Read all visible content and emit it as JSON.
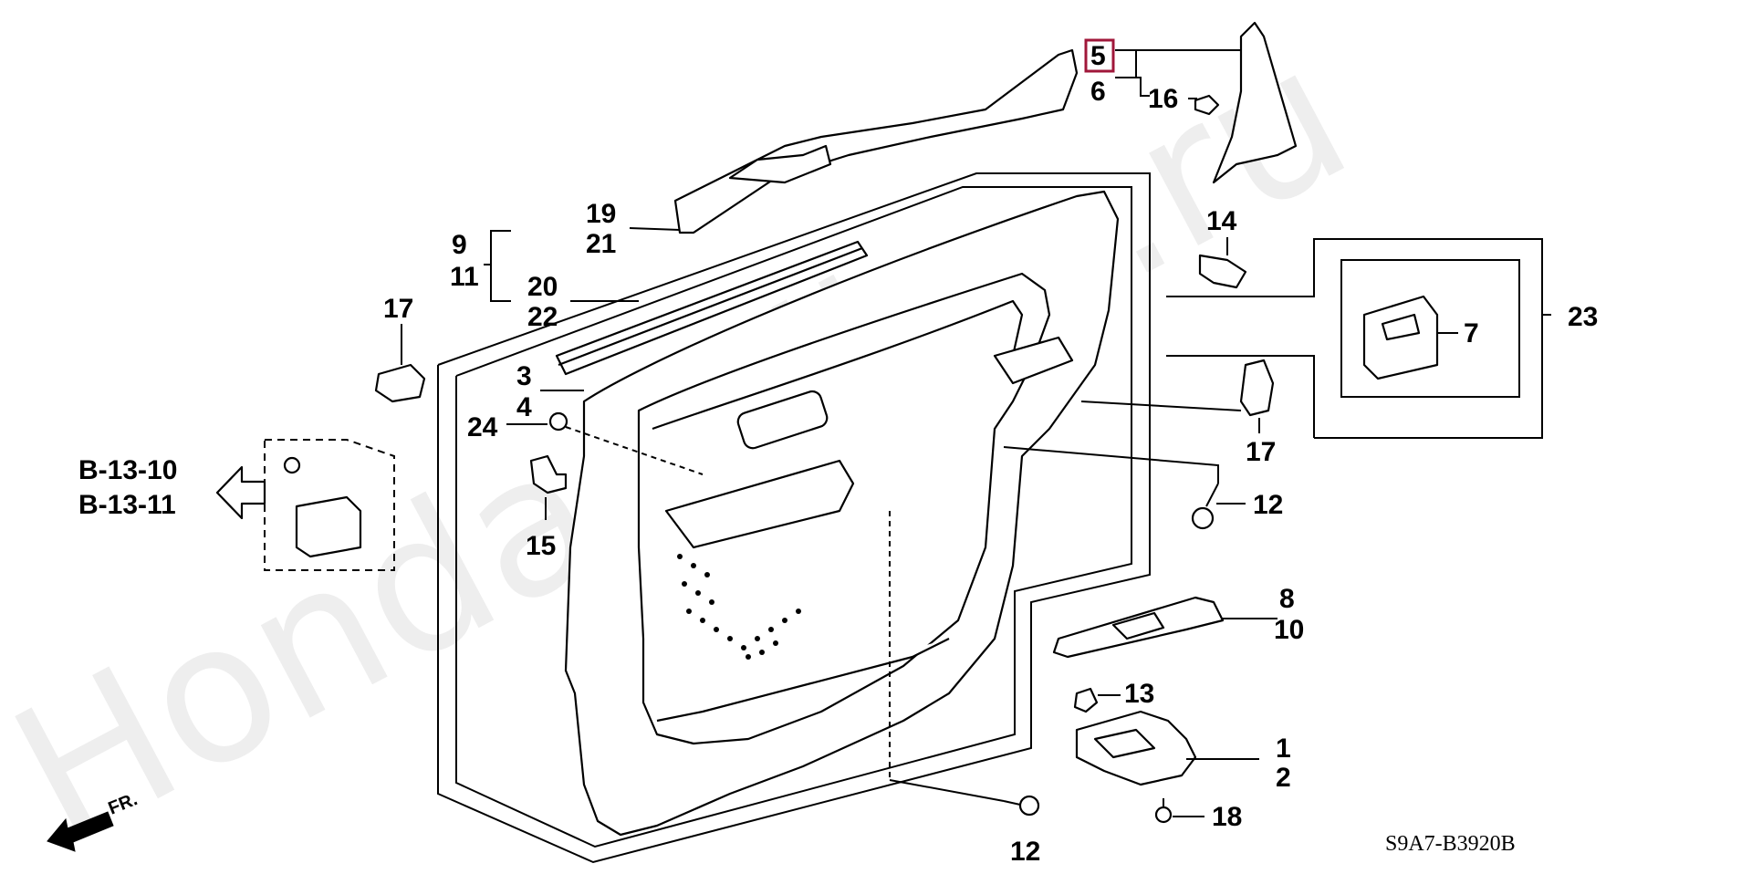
{
  "watermark": "Hondaonline.ru",
  "diagram_code": "S9A7-B3920B",
  "direction_label": "FR.",
  "highlight_color": "#a0173a",
  "references": [
    "B-13-10",
    "B-13-11"
  ],
  "callouts": {
    "c1": "1",
    "c2": "2",
    "c3": "3",
    "c4": "4",
    "c5": "5",
    "c6": "6",
    "c7": "7",
    "c8": "8",
    "c9": "9",
    "c10": "10",
    "c11": "11",
    "c12a": "12",
    "c12b": "12",
    "c13": "13",
    "c14": "14",
    "c15": "15",
    "c16": "16",
    "c17a": "17",
    "c17b": "17",
    "c18": "18",
    "c19": "19",
    "c20": "20",
    "c21": "21",
    "c22": "22",
    "c23": "23",
    "c24": "24"
  }
}
